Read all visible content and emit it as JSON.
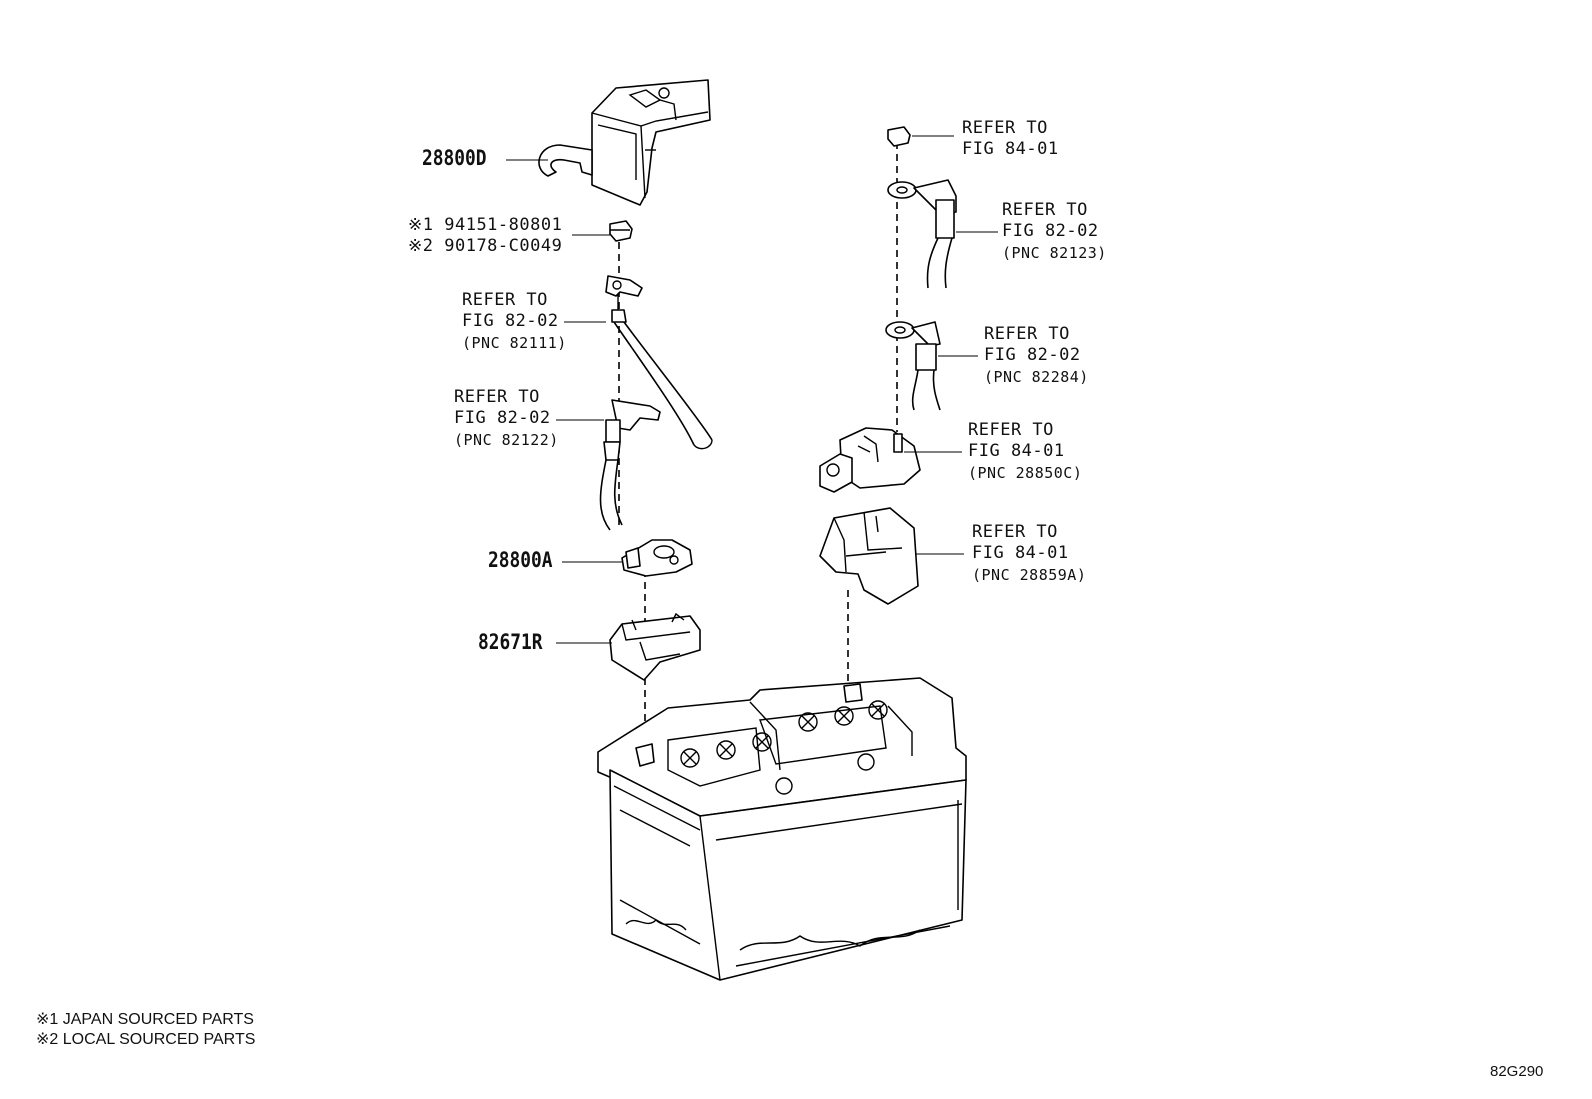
{
  "parts": {
    "cover": "28800D",
    "nut_japan_mark": "※1",
    "nut_japan": "94151-80801",
    "nut_local_mark": "※2",
    "nut_local": "90178-C0049",
    "terminal": "28800A",
    "holder": "82671R"
  },
  "refs": [
    {
      "line1": "REFER TO",
      "line2": "FIG 82-02",
      "line3": "(PNC 82111)"
    },
    {
      "line1": "REFER TO",
      "line2": "FIG 82-02",
      "line3": "(PNC 82122)"
    },
    {
      "line1": "REFER TO",
      "line2": "FIG 84-01",
      "line3": ""
    },
    {
      "line1": "REFER TO",
      "line2": "FIG 82-02",
      "line3": "(PNC 82123)"
    },
    {
      "line1": "REFER TO",
      "line2": "FIG 82-02",
      "line3": "(PNC 82284)"
    },
    {
      "line1": "REFER TO",
      "line2": "FIG 84-01",
      "line3": "(PNC 28850C)"
    },
    {
      "line1": "REFER TO",
      "line2": "FIG 84-01",
      "line3": "(PNC 28859A)"
    }
  ],
  "notes": {
    "note1": "※1 JAPAN SOURCED PARTS",
    "note2": "※2 LOCAL SOURCED PARTS"
  },
  "figure_id": "82G290"
}
